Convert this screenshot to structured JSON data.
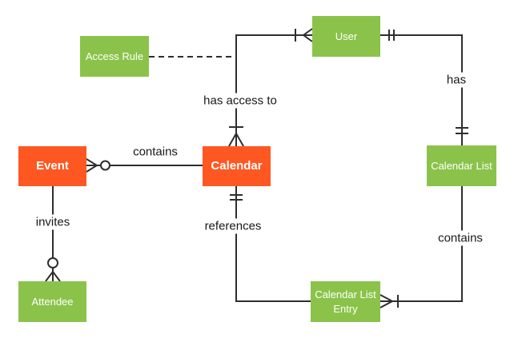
{
  "colors": {
    "background": "#ffffff",
    "entity_green": "#8bc34a",
    "entity_orange": "#ff5722",
    "entity_text": "#ffffff",
    "line": "#2e2e2e",
    "label_text": "#181818"
  },
  "entities": {
    "access_rule": {
      "label": "Access Rule"
    },
    "user": {
      "label": "User"
    },
    "event": {
      "label": "Event"
    },
    "calendar": {
      "label": "Calendar"
    },
    "calendar_list": {
      "label": "Calendar List"
    },
    "attendee": {
      "label": "Attendee"
    },
    "calendar_list_entry": {
      "label": "Calendar List Entry"
    }
  },
  "relationship_labels": {
    "has_access_to": "has access to",
    "has": "has",
    "contains_events": "contains",
    "invites": "invites",
    "references": "references",
    "contains_entries": "contains"
  }
}
